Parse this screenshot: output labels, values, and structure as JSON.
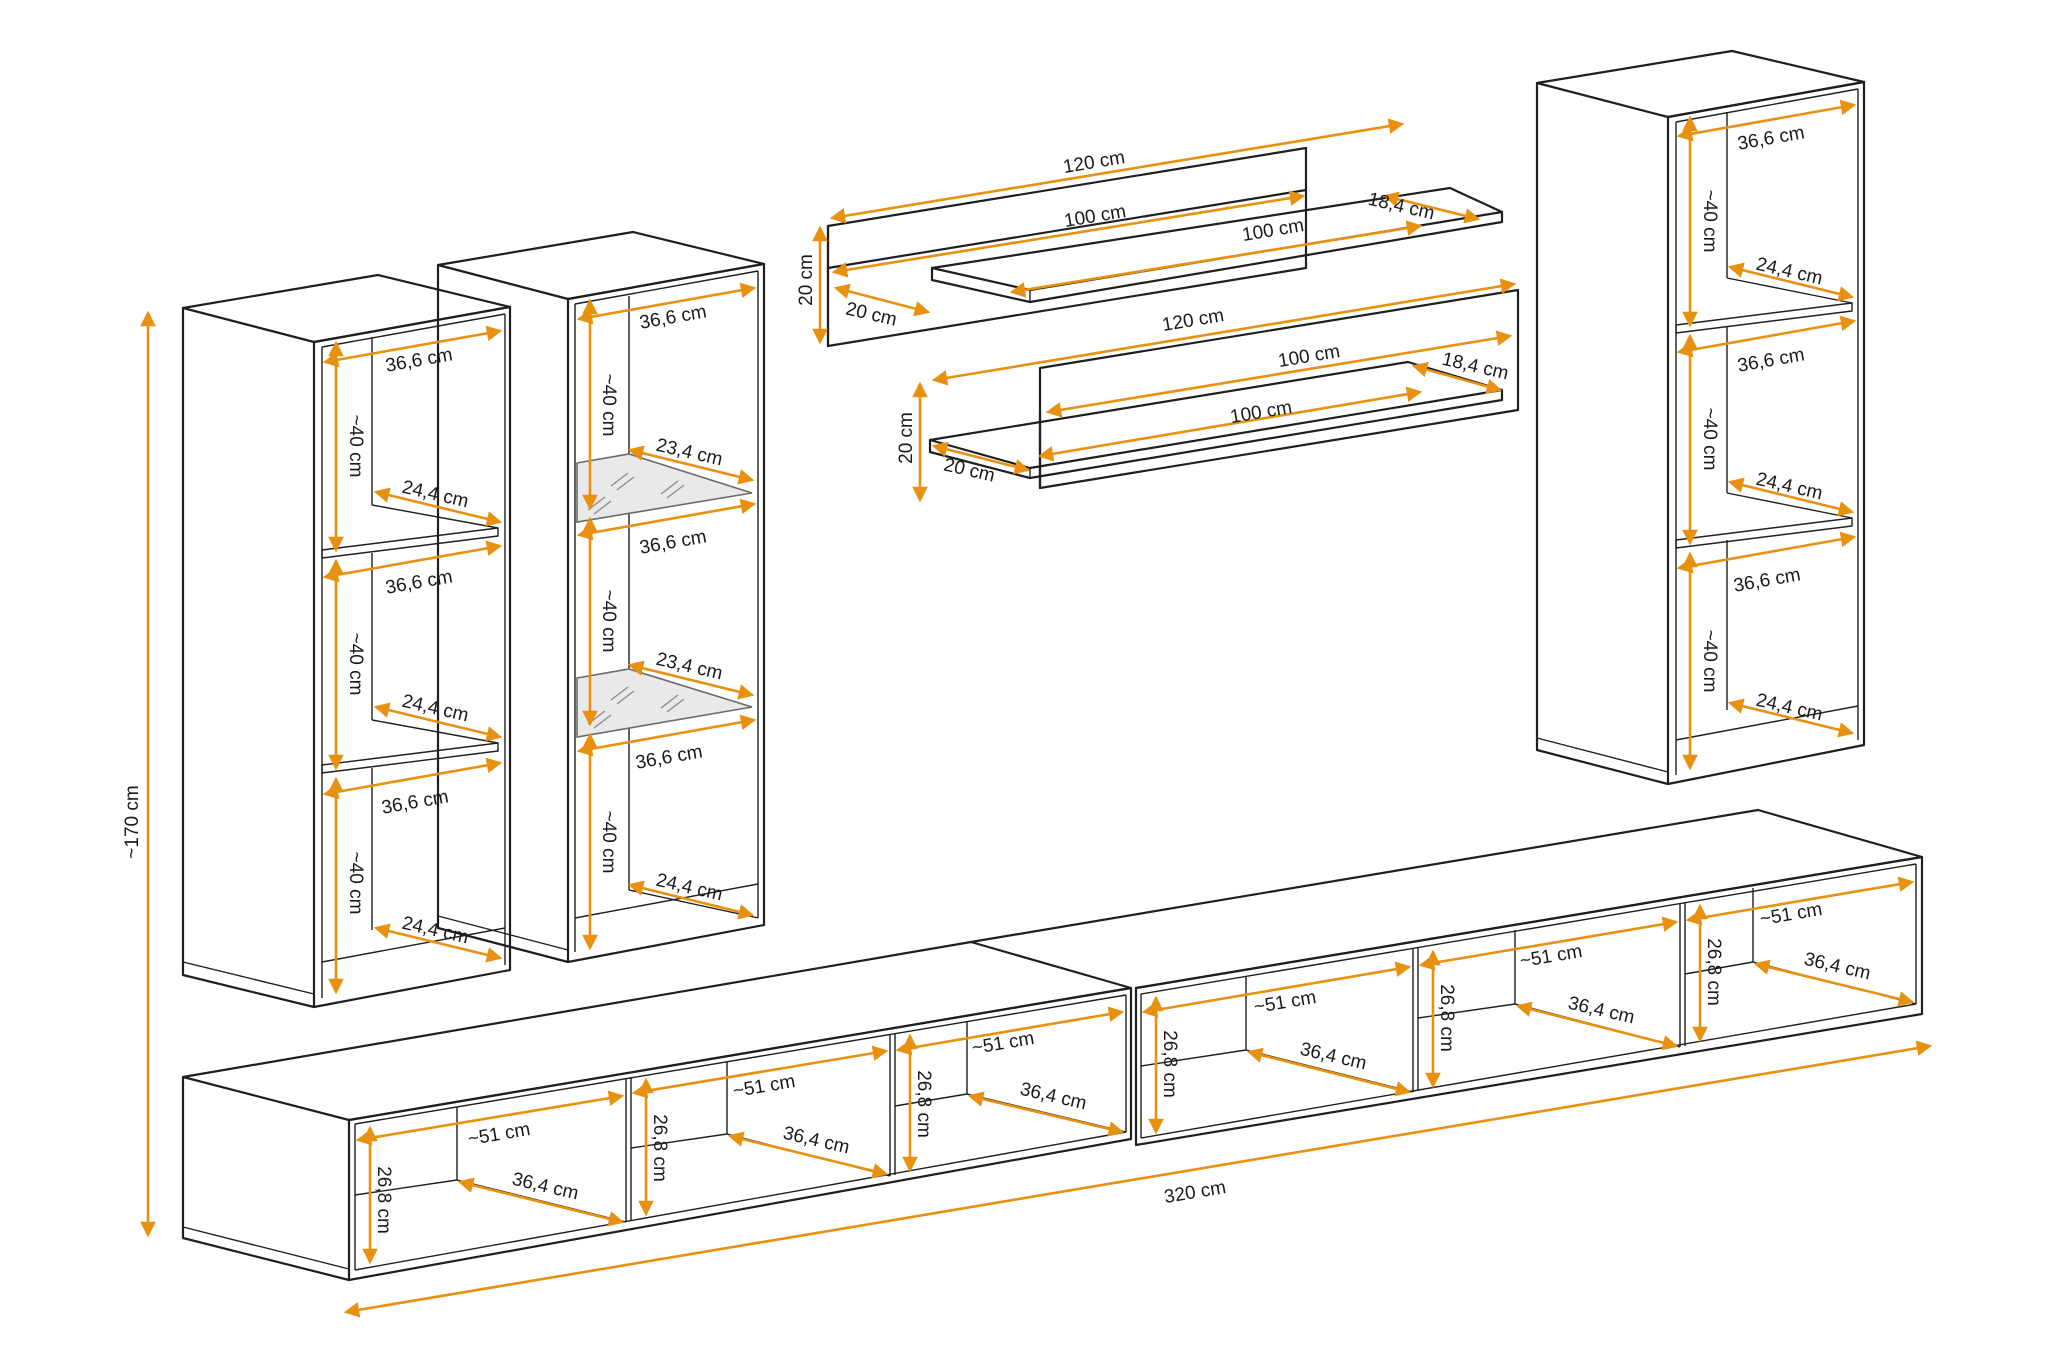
{
  "diagram": {
    "accent_color": "#e8900f",
    "line_color": "#1f1f1f",
    "overall": {
      "height": "~170 cm",
      "width": "320 cm"
    },
    "shelf_unit_left": {
      "compartment_height": "~40 cm",
      "inner_width": "36,6 cm",
      "depth": "24,4 cm"
    },
    "vitrine": {
      "compartment_height": "~40 cm",
      "inner_width": "36,6 cm",
      "glass_depth": "23,4 cm",
      "depth": "24,4 cm"
    },
    "shelf_unit_right": {
      "compartment_height": "~40 cm",
      "inner_width": "36,6 cm",
      "depth": "24,4 cm"
    },
    "wall_shelf_upper": {
      "back_length": "120 cm",
      "board_length": "100 cm",
      "shelf_length": "100 cm",
      "depth": "18,4 cm",
      "height": "20 cm",
      "side": "20 cm"
    },
    "wall_shelf_lower": {
      "back_length": "120 cm",
      "board_length": "100 cm",
      "shelf_length": "100 cm",
      "depth": "18,4 cm",
      "height": "20 cm",
      "side": "20 cm"
    },
    "tv_bench": {
      "compartment_width": "~51 cm",
      "compartment_depth": "36,4 cm",
      "compartment_height": "26,8 cm"
    }
  }
}
